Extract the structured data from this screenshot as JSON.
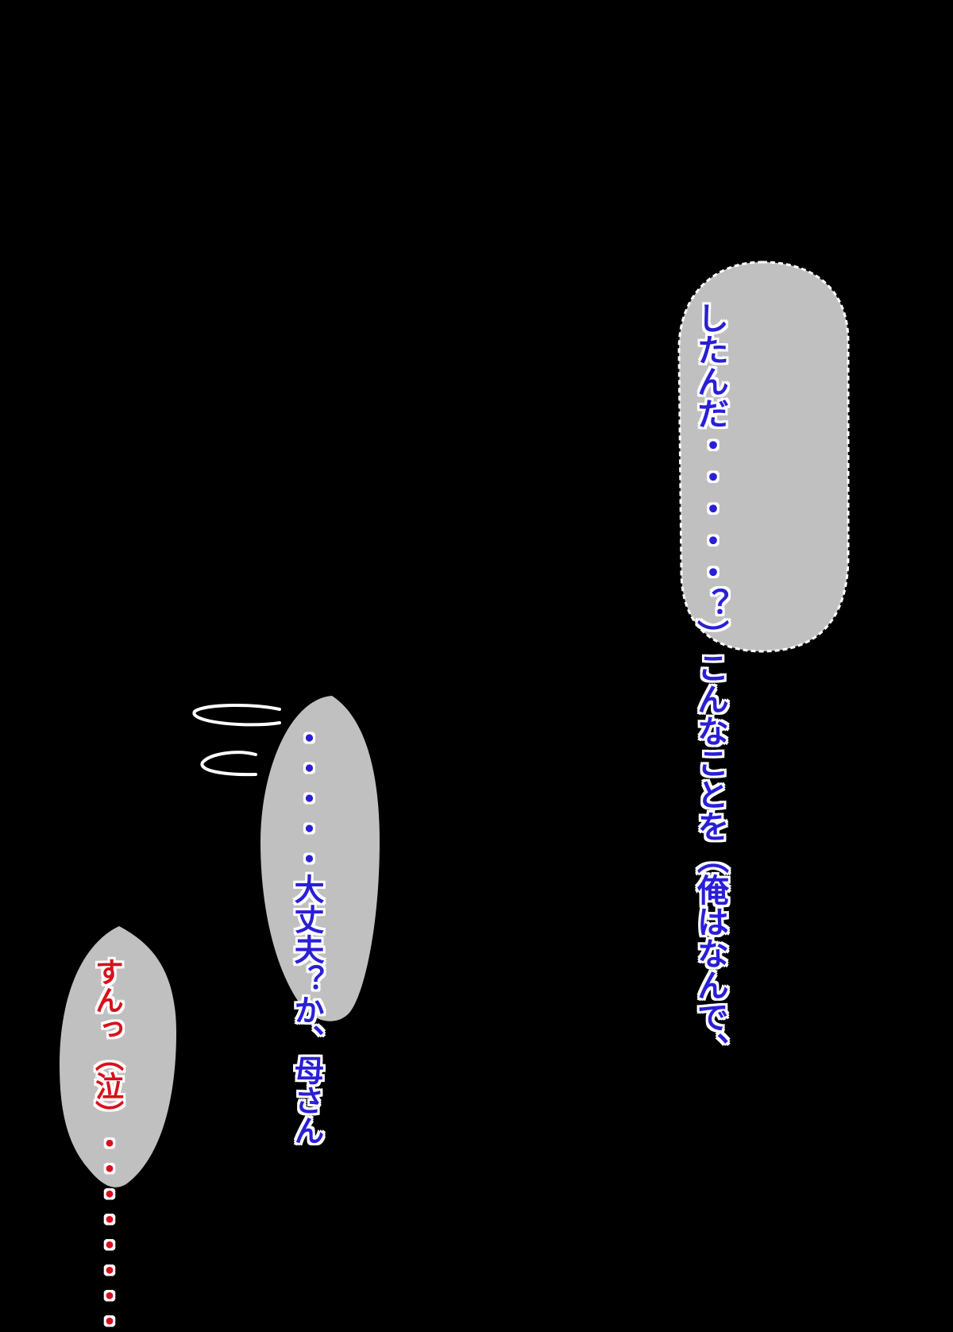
{
  "bubbles": {
    "thought": {
      "lines": [
        "（俺はなんで、",
        "こんなことを",
        "したんだ・・・・・？）"
      ]
    },
    "speech": {
      "lines": [
        "か、母さん",
        "・・・・・大丈夫？"
      ]
    },
    "crying": {
      "lines": [
        "・・・・・・・・",
        "すんっ（泣）"
      ]
    }
  },
  "colors": {
    "background": "#000000",
    "bubble_fill": "#c0c0c0",
    "speaker_text": "#2a1fd6",
    "mother_text": "#d8101c",
    "outline": "#ffffff"
  }
}
